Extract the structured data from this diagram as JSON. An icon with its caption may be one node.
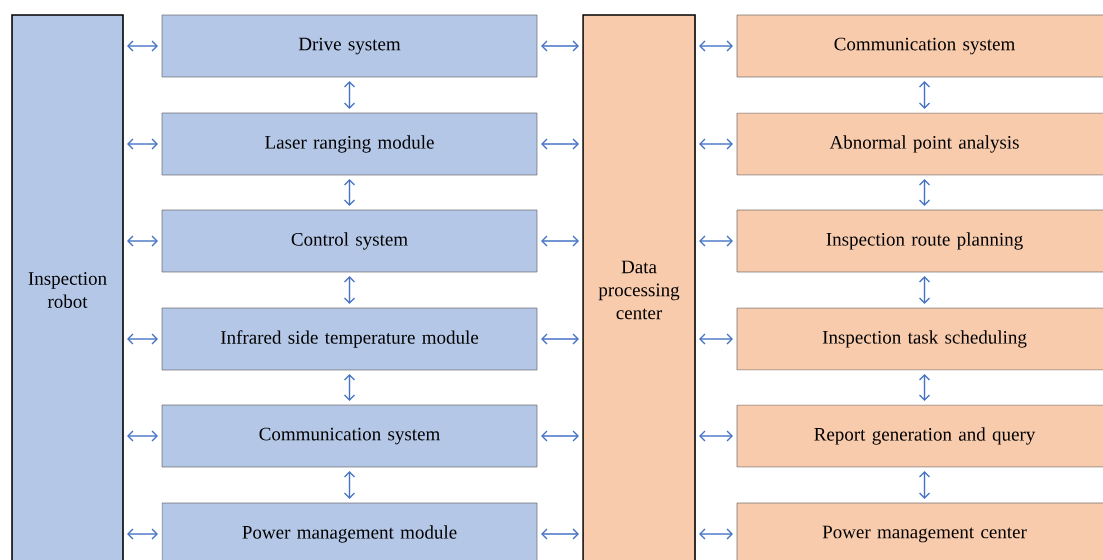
{
  "diagram": {
    "nodes": [
      {
        "text": [
          "Inspection robot"
        ]
      },
      {
        "text": [
          "Drive system"
        ]
      },
      {
        "text": [
          "Laser ranging module"
        ]
      },
      {
        "text": [
          "Control system"
        ]
      },
      {
        "text": [
          "Infrared side temperature module"
        ]
      },
      {
        "text": [
          "Communication system"
        ]
      },
      {
        "text": [
          "Power management module"
        ]
      },
      {
        "text": [
          "Data processing center"
        ]
      },
      {
        "text": [
          "Communication system"
        ]
      },
      {
        "text": [
          "Abnormal point analysis"
        ]
      },
      {
        "text": [
          "Inspection route planning"
        ]
      },
      {
        "text": [
          "Inspection task scheduling"
        ]
      },
      {
        "text": [
          "Report generation and query"
        ]
      },
      {
        "text": [
          "Power management center"
        ]
      }
    ],
    "edges": [
      {
        "from": 0,
        "to": 1,
        "arrow": "both"
      },
      {
        "from": 0,
        "to": 2,
        "arrow": "both"
      },
      {
        "from": 0,
        "to": 3,
        "arrow": "both"
      },
      {
        "from": 0,
        "to": 4,
        "arrow": "both"
      },
      {
        "from": 0,
        "to": 5,
        "arrow": "both"
      },
      {
        "from": 0,
        "to": 6,
        "arrow": "both"
      },
      {
        "from": 1,
        "to": 2,
        "arrow": "both"
      },
      {
        "from": 2,
        "to": 3,
        "arrow": "both"
      },
      {
        "from": 3,
        "to": 4,
        "arrow": "both"
      },
      {
        "from": 4,
        "to": 5,
        "arrow": "both"
      },
      {
        "from": 5,
        "to": 6,
        "arrow": "both"
      },
      {
        "from": 1,
        "to": 7,
        "arrow": "both"
      },
      {
        "from": 2,
        "to": 7,
        "arrow": "both"
      },
      {
        "from": 3,
        "to": 7,
        "arrow": "both"
      },
      {
        "from": 4,
        "to": 7,
        "arrow": "both"
      },
      {
        "from": 5,
        "to": 7,
        "arrow": "both"
      },
      {
        "from": 6,
        "to": 7,
        "arrow": "both"
      },
      {
        "from": 7,
        "to": 8,
        "arrow": "both"
      },
      {
        "from": 7,
        "to": 9,
        "arrow": "both"
      },
      {
        "from": 7,
        "to": 10,
        "arrow": "both"
      },
      {
        "from": 7,
        "to": 11,
        "arrow": "both"
      },
      {
        "from": 7,
        "to": 12,
        "arrow": "both"
      },
      {
        "from": 7,
        "to": 13,
        "arrow": "both"
      },
      {
        "from": 8,
        "to": 9,
        "arrow": "both"
      },
      {
        "from": 9,
        "to": 10,
        "arrow": "both"
      },
      {
        "from": 10,
        "to": 11,
        "arrow": "both"
      },
      {
        "from": 11,
        "to": 12,
        "arrow": "both"
      },
      {
        "from": 12,
        "to": 13,
        "arrow": "both"
      }
    ]
  }
}
